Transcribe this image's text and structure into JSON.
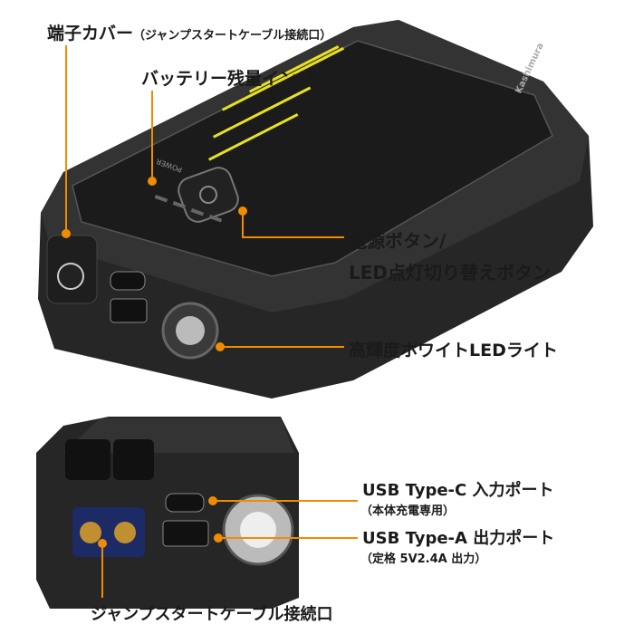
{
  "callouts": {
    "terminal_cover": "端子カバー",
    "terminal_cover_note": "（ジャンプスタートケーブル接続口）",
    "battery_indicator": "バッテリー残量インジケーター",
    "power_button_1": "電源ボタン/",
    "power_button_2": "LED点灯切り替えボタン",
    "led_light": "高輝度ホワイトLEDライト",
    "usb_c": "USB Type-C 入力ポート",
    "usb_c_note": "（本体充電専用）",
    "usb_a": "USB Type-A 出力ポート",
    "usb_a_note": "（定格 5V2.4A 出力）",
    "jump_port": "ジャンプスタートケーブル接続口"
  },
  "device": {
    "brand": "Kashimura",
    "power_label": "POWER"
  },
  "colors": {
    "accent": "#f08c00",
    "body": "#2b2b2b",
    "warning_text": "#e8e020"
  }
}
